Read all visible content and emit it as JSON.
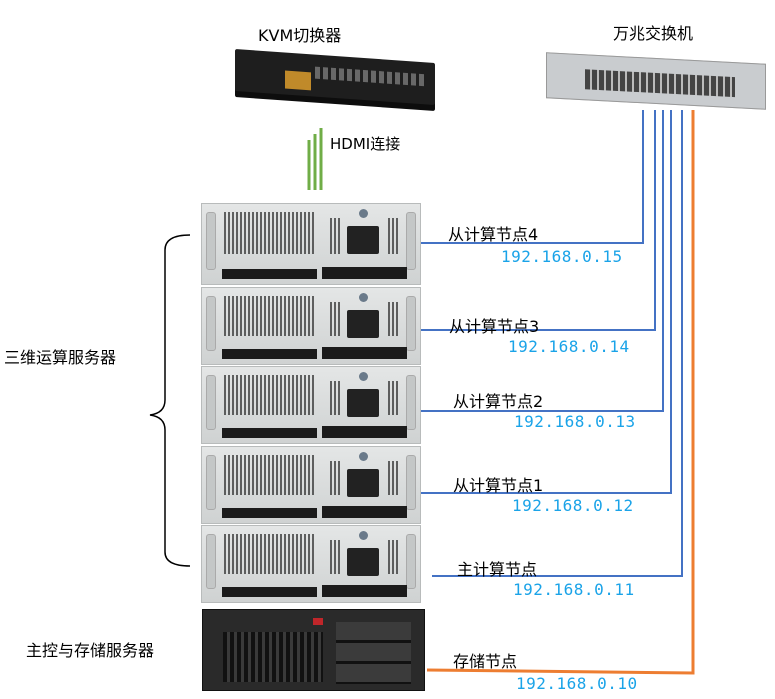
{
  "devices": {
    "kvm_title": "KVM切换器",
    "switch_title": "万兆交换机",
    "hdmi_label": "HDMI连接",
    "compute_group_label": "三维运算服务器",
    "storage_group_label": "主控与存储服务器"
  },
  "nodes": [
    {
      "label": "从计算节点4",
      "ip": "192.168.0.15"
    },
    {
      "label": "从计算节点3",
      "ip": "192.168.0.14"
    },
    {
      "label": "从计算节点2",
      "ip": "192.168.0.13"
    },
    {
      "label": "从计算节点1",
      "ip": "192.168.0.12"
    },
    {
      "label": "主计算节点",
      "ip": "192.168.0.11"
    },
    {
      "label": "存储节点",
      "ip": "192.168.0.10"
    }
  ],
  "colors": {
    "network": "#4472c4",
    "storage_link": "#ed7d31",
    "hdmi": "#70ad47",
    "ip_text": "#1aa3e8"
  }
}
